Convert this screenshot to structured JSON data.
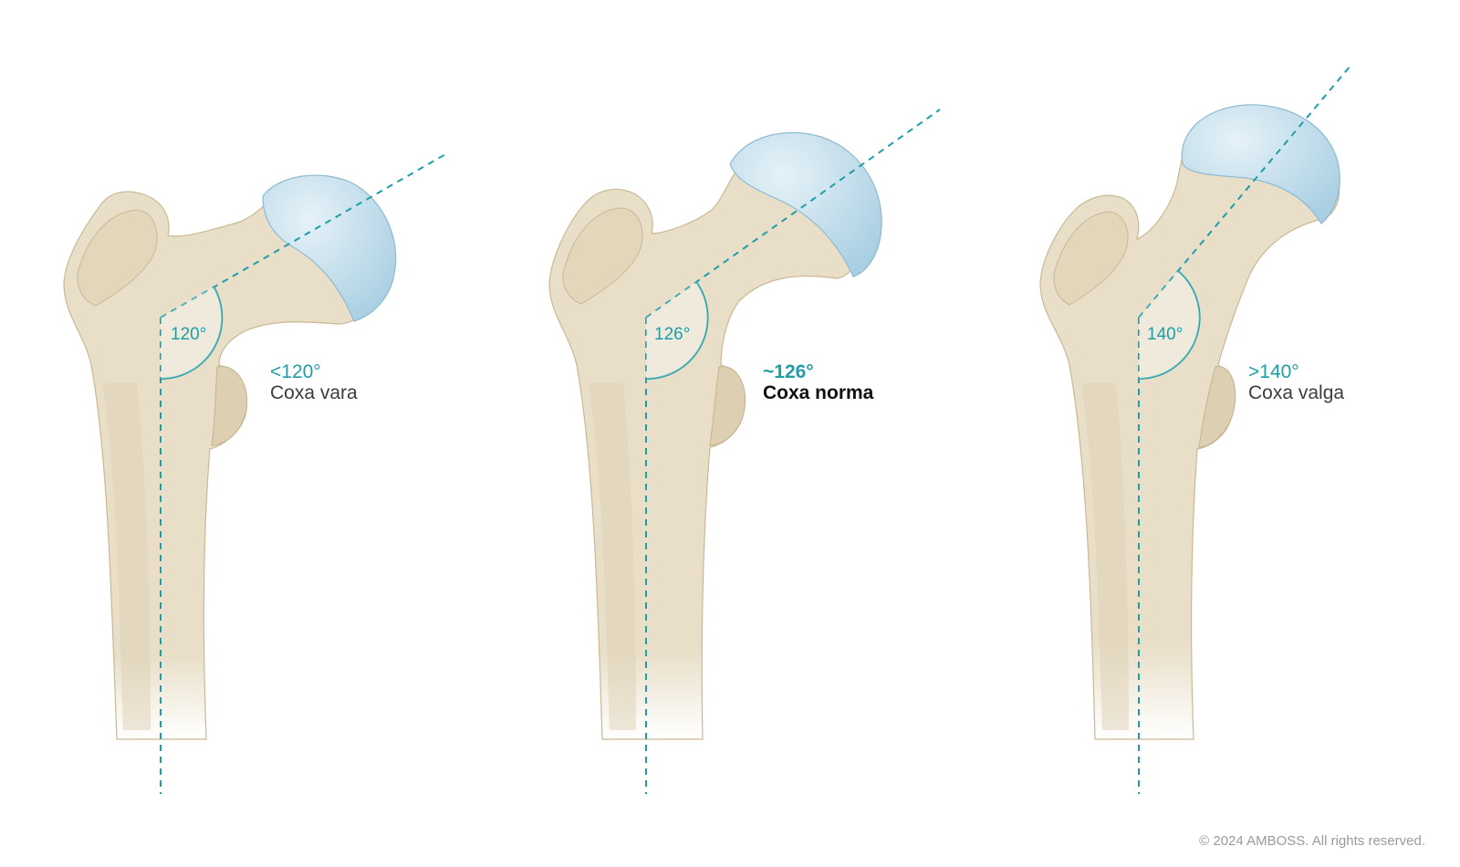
{
  "panels": [
    {
      "inner_angle": "120°",
      "angle_label": "<120°",
      "name": "Coxa vara",
      "emphasis": false
    },
    {
      "inner_angle": "126°",
      "angle_label": "~126°",
      "name": "Coxa norma",
      "emphasis": true
    },
    {
      "inner_angle": "140°",
      "angle_label": ">140°",
      "name": "Coxa valga",
      "emphasis": false
    }
  ],
  "copyright": "© 2024 AMBOSS. All rights reserved.",
  "colors": {
    "bone": "#e8dcc4",
    "bone_shadow": "#cdbd9e",
    "cartilage": "#bcdbea",
    "line_accent": "#1e9ea6"
  }
}
